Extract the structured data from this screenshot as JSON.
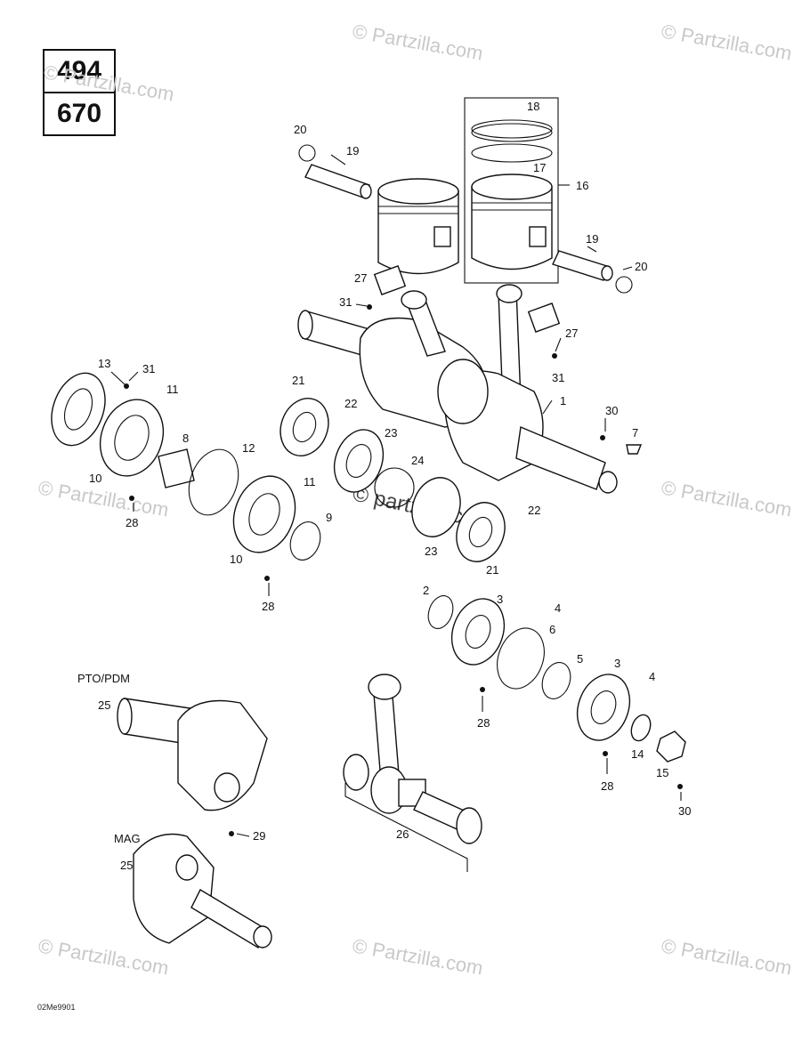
{
  "engine_codes": [
    "494",
    "670"
  ],
  "diagram_code": "02Me9901",
  "watermark": "© Partzilla.com",
  "center_watermark": "© partzilla.com",
  "labels": {
    "pto": "PTO/PDM",
    "mag": "MAG"
  },
  "callouts": {
    "c1": "1",
    "c2": "2",
    "c3a": "3",
    "c3b": "3",
    "c4a": "4",
    "c4b": "4",
    "c5": "5",
    "c6": "6",
    "c7": "7",
    "c8": "8",
    "c9": "9",
    "c10a": "10",
    "c10b": "10",
    "c11a": "11",
    "c11b": "11",
    "c12": "12",
    "c13": "13",
    "c14": "14",
    "c15": "15",
    "c16": "16",
    "c17": "17",
    "c18": "18",
    "c19a": "19",
    "c19b": "19",
    "c20a": "20",
    "c20b": "20",
    "c21a": "21",
    "c21b": "21",
    "c22a": "22",
    "c22b": "22",
    "c23a": "23",
    "c23b": "23",
    "c24": "24",
    "c25a": "25",
    "c25b": "25",
    "c26": "26",
    "c27a": "27",
    "c27b": "27",
    "c28a": "28",
    "c28b": "28",
    "c28c": "28",
    "c28d": "28",
    "c29": "29",
    "c30a": "30",
    "c30b": "30",
    "c31a": "31",
    "c31b": "31",
    "c31c": "31"
  }
}
